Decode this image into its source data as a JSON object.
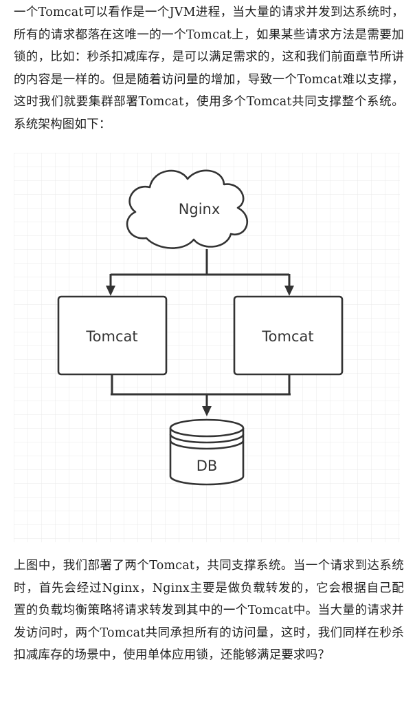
{
  "article": {
    "paragraph_1": "一个Tomcat可以看作是一个JVM进程，当大量的请求并发到达系统时，所有的请求都落在这唯一的一个Tomcat上，如果某些请求方法是需要加锁的，比如：秒杀扣减库存，是可以满足需求的，这和我们前面章节所讲的内容是一样的。但是随着访问量的增加，导致一个Tomcat难以支撑，这时我们就要集群部署Tomcat，使用多个Tomcat共同支撑整个系统。系统架构图如下：",
    "paragraph_2": "上图中，我们部署了两个Tomcat，共同支撑系统。当一个请求到达系统时，首先会经过Nginx，Nginx主要是做负载转发的，它会根据自己配置的负载均衡策略将请求转发到其中的一个Tomcat中。当大量的请求并发访问时，两个Tomcat共同承担所有的访问量，这时，我们同样在秒杀扣减库存的场景中，使用单体应用锁，还能够满足要求吗？"
  },
  "diagram": {
    "nginx_label": "Nginx",
    "tomcat_left_label": "Tomcat",
    "tomcat_right_label": "Tomcat",
    "db_label": "DB",
    "stroke_color": "#333333",
    "grid_color": "#e8e8e8"
  }
}
